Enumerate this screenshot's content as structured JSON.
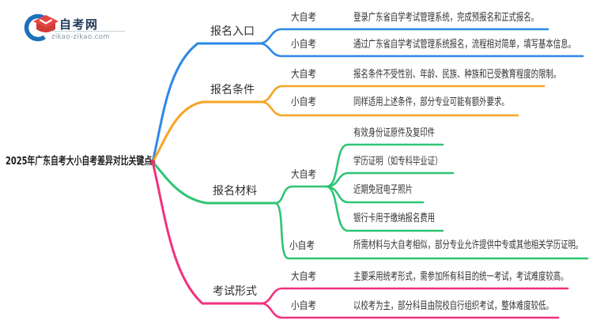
{
  "logo": {
    "title": "自考网",
    "domain": "zikao-zikao.com",
    "icon_blue": "#1e71b8",
    "icon_red": "#e64540"
  },
  "root": {
    "label": "2025年广东自考大小自考差异对比关键点"
  },
  "colors": {
    "blue": "#2e88e8",
    "orange": "#f7a423",
    "green": "#2ec573",
    "pink": "#f2317e",
    "dot": "#e0356b"
  },
  "branches": [
    {
      "label": "报名入口",
      "children": [
        {
          "label": "大自考",
          "note": "登录广东省自学考试管理系统，完成预报名和正式报名。"
        },
        {
          "label": "小自考",
          "note": "通过广东省自学考试管理系统报名，流程相对简单，填写基本信息。"
        }
      ]
    },
    {
      "label": "报名条件",
      "children": [
        {
          "label": "大自考",
          "note": "报名条件不受性别、年龄、民族、种族和已受教育程度的限制。"
        },
        {
          "label": "小自考",
          "note": "同样适用上述条件，部分专业可能有额外要求。"
        }
      ]
    },
    {
      "label": "报名材料",
      "children": [
        {
          "label": "大自考",
          "items": [
            "有效身份证原件及复印件",
            "学历证明（如专科毕业证）",
            "近期免冠电子照片",
            "银行卡用于缴纳报名费用"
          ]
        },
        {
          "label": "小自考",
          "note": "所需材料与大自考相似，部分专业允许提供中专或其他相关学历证明。"
        }
      ]
    },
    {
      "label": "考试形式",
      "children": [
        {
          "label": "大自考",
          "note": "主要采用统考形式，需参加所有科目的统一考试，考试难度较高。"
        },
        {
          "label": "小自考",
          "note": "以校考为主，部分科目由院校自行组织考试，整体难度较低。"
        }
      ]
    }
  ]
}
